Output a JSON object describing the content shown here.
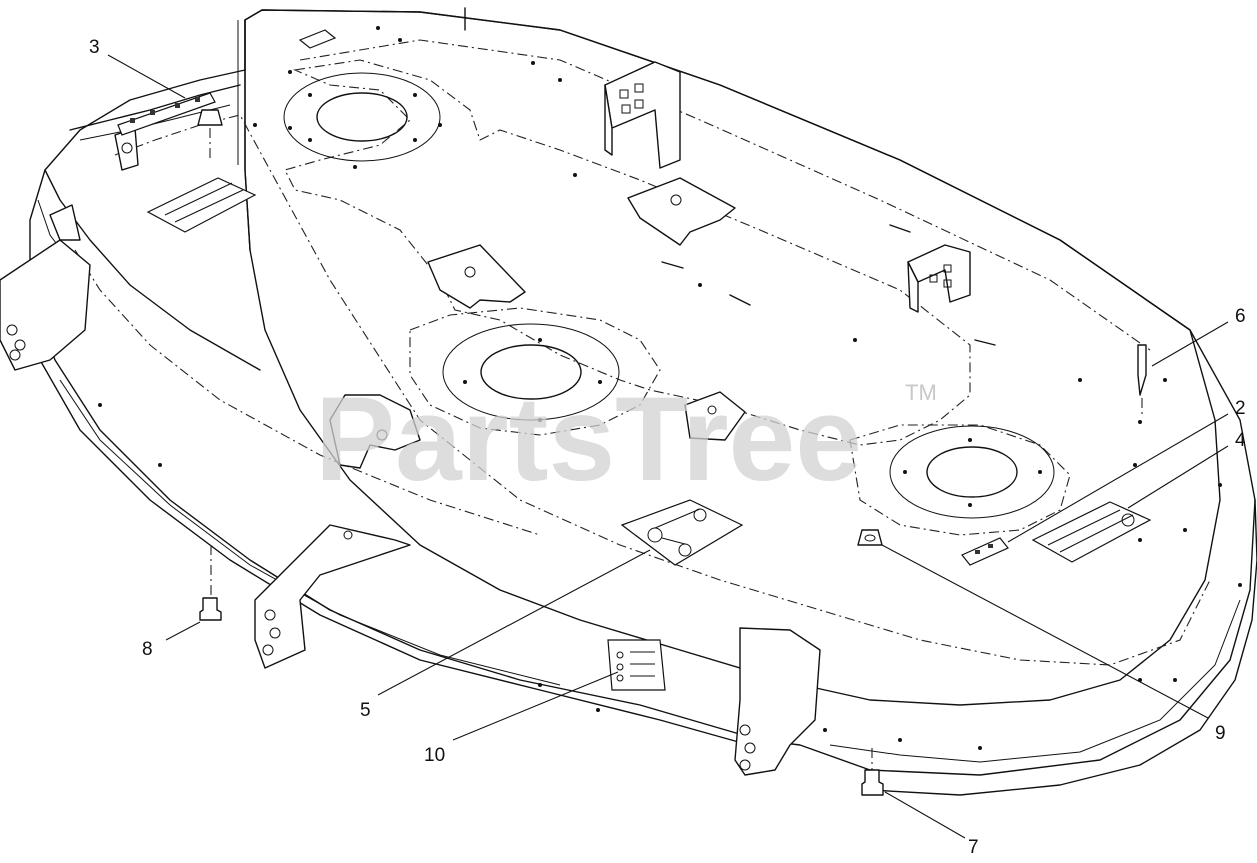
{
  "watermark": {
    "text": "PartsTree",
    "trademark": "TM"
  },
  "callouts": [
    {
      "id": "callout-3",
      "label": "3"
    },
    {
      "id": "callout-6",
      "label": "6"
    },
    {
      "id": "callout-2",
      "label": "2"
    },
    {
      "id": "callout-4",
      "label": "4"
    },
    {
      "id": "callout-8",
      "label": "8"
    },
    {
      "id": "callout-5",
      "label": "5"
    },
    {
      "id": "callout-10",
      "label": "10"
    },
    {
      "id": "callout-9",
      "label": "9"
    },
    {
      "id": "callout-7",
      "label": "7"
    }
  ]
}
